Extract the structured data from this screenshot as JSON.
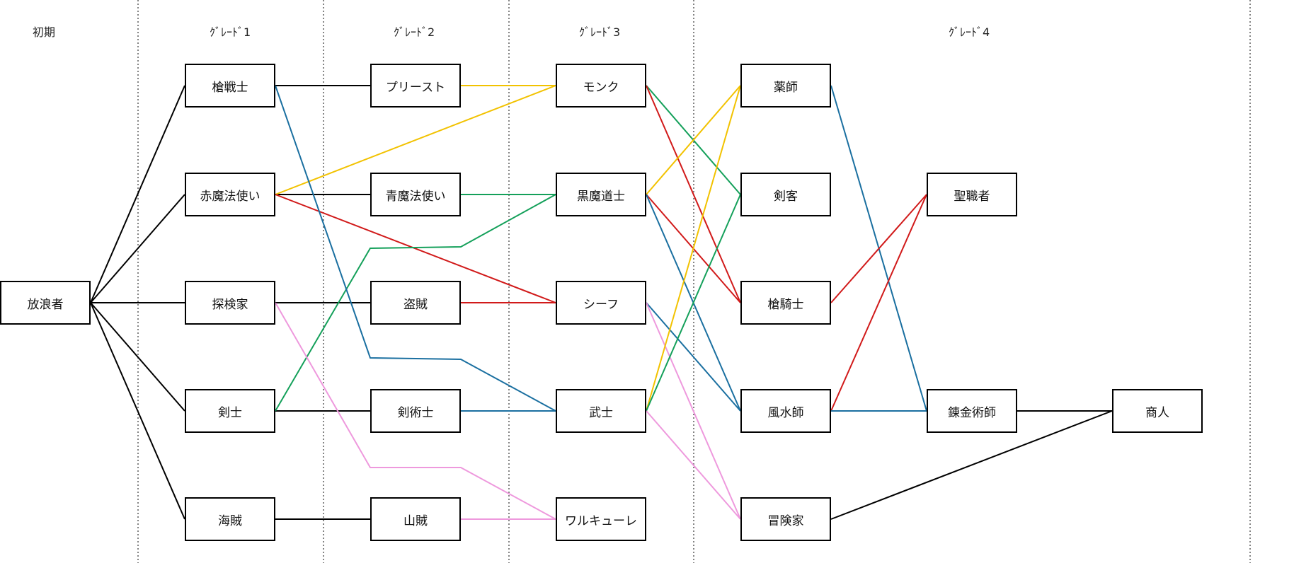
{
  "headers": [
    {
      "id": "initial",
      "label": "初期"
    },
    {
      "id": "grade1",
      "label": "ｸﾞﾚｰﾄﾞ1"
    },
    {
      "id": "grade2",
      "label": "ｸﾞﾚｰﾄﾞ2"
    },
    {
      "id": "grade3",
      "label": "ｸﾞﾚｰﾄﾞ3"
    },
    {
      "id": "grade4",
      "label": "ｸﾞﾚｰﾄﾞ4"
    }
  ],
  "nodes": [
    {
      "id": "wanderer",
      "label": "放浪者"
    },
    {
      "id": "lancer",
      "label": "槍戦士"
    },
    {
      "id": "red_mage",
      "label": "赤魔法使い"
    },
    {
      "id": "explorer",
      "label": "探検家"
    },
    {
      "id": "swordsman",
      "label": "剣士"
    },
    {
      "id": "pirate",
      "label": "海賊"
    },
    {
      "id": "priest",
      "label": "プリースト"
    },
    {
      "id": "blue_mage",
      "label": "青魔法使い"
    },
    {
      "id": "bandit",
      "label": "盗賊"
    },
    {
      "id": "fencer",
      "label": "剣術士"
    },
    {
      "id": "brigand",
      "label": "山賊"
    },
    {
      "id": "monk",
      "label": "モンク"
    },
    {
      "id": "black_taoist",
      "label": "黒魔道士"
    },
    {
      "id": "thief",
      "label": "シーフ"
    },
    {
      "id": "samurai",
      "label": "武士"
    },
    {
      "id": "valkyrie",
      "label": "ワルキューレ"
    },
    {
      "id": "pharmacist",
      "label": "薬師"
    },
    {
      "id": "swordmaster",
      "label": "剣客"
    },
    {
      "id": "lance_knight",
      "label": "槍騎士"
    },
    {
      "id": "geomancer",
      "label": "風水師"
    },
    {
      "id": "adventurer",
      "label": "冒険家"
    },
    {
      "id": "cleric",
      "label": "聖職者"
    },
    {
      "id": "alchemist",
      "label": "錬金術師"
    },
    {
      "id": "merchant",
      "label": "商人"
    }
  ],
  "colors": {
    "black": "#000000",
    "yellow": "#f2c200",
    "green": "#14a05a",
    "red": "#d11a1a",
    "blue": "#1a6fa0",
    "pink": "#ee99dd",
    "divider": "#333333"
  },
  "edges": [
    {
      "from": "wanderer",
      "to": "lancer",
      "color": "black"
    },
    {
      "from": "wanderer",
      "to": "red_mage",
      "color": "black"
    },
    {
      "from": "wanderer",
      "to": "explorer",
      "color": "black"
    },
    {
      "from": "wanderer",
      "to": "swordsman",
      "color": "black"
    },
    {
      "from": "wanderer",
      "to": "pirate",
      "color": "black"
    },
    {
      "from": "lancer",
      "to": "priest",
      "color": "black"
    },
    {
      "from": "red_mage",
      "to": "blue_mage",
      "color": "black"
    },
    {
      "from": "explorer",
      "to": "bandit",
      "color": "black"
    },
    {
      "from": "swordsman",
      "to": "fencer",
      "color": "black"
    },
    {
      "from": "pirate",
      "to": "brigand",
      "color": "black"
    },
    {
      "from": "priest",
      "to": "monk",
      "color": "yellow"
    },
    {
      "from": "red_mage",
      "to": "monk",
      "color": "yellow"
    },
    {
      "from": "red_mage",
      "to": "thief",
      "color": "red"
    },
    {
      "from": "blue_mage",
      "to": "black_taoist",
      "color": "green"
    },
    {
      "from": "swordsman",
      "to": "black_taoist",
      "color": "green",
      "via": "g2_lower"
    },
    {
      "from": "bandit",
      "to": "thief",
      "color": "red"
    },
    {
      "from": "lancer",
      "to": "samurai",
      "color": "blue",
      "via": "g2_upper"
    },
    {
      "from": "fencer",
      "to": "samurai",
      "color": "blue"
    },
    {
      "from": "explorer",
      "to": "valkyrie",
      "color": "pink",
      "via": "g2_lower"
    },
    {
      "from": "brigand",
      "to": "valkyrie",
      "color": "pink"
    },
    {
      "from": "monk",
      "to": "swordmaster",
      "color": "green"
    },
    {
      "from": "monk",
      "to": "lance_knight",
      "color": "red"
    },
    {
      "from": "black_taoist",
      "to": "pharmacist",
      "color": "yellow"
    },
    {
      "from": "black_taoist",
      "to": "lance_knight",
      "color": "red"
    },
    {
      "from": "black_taoist",
      "to": "geomancer",
      "color": "blue"
    },
    {
      "from": "thief",
      "to": "geomancer",
      "color": "blue"
    },
    {
      "from": "thief",
      "to": "adventurer",
      "color": "pink"
    },
    {
      "from": "samurai",
      "to": "pharmacist",
      "color": "yellow"
    },
    {
      "from": "samurai",
      "to": "swordmaster",
      "color": "green"
    },
    {
      "from": "samurai",
      "to": "adventurer",
      "color": "pink"
    },
    {
      "from": "pharmacist",
      "to": "alchemist",
      "color": "blue"
    },
    {
      "from": "lance_knight",
      "to": "cleric",
      "color": "red"
    },
    {
      "from": "geomancer",
      "to": "cleric",
      "color": "red"
    },
    {
      "from": "geomancer",
      "to": "alchemist",
      "color": "blue"
    },
    {
      "from": "alchemist",
      "to": "merchant",
      "color": "black"
    },
    {
      "from": "adventurer",
      "to": "merchant",
      "color": "black"
    }
  ]
}
